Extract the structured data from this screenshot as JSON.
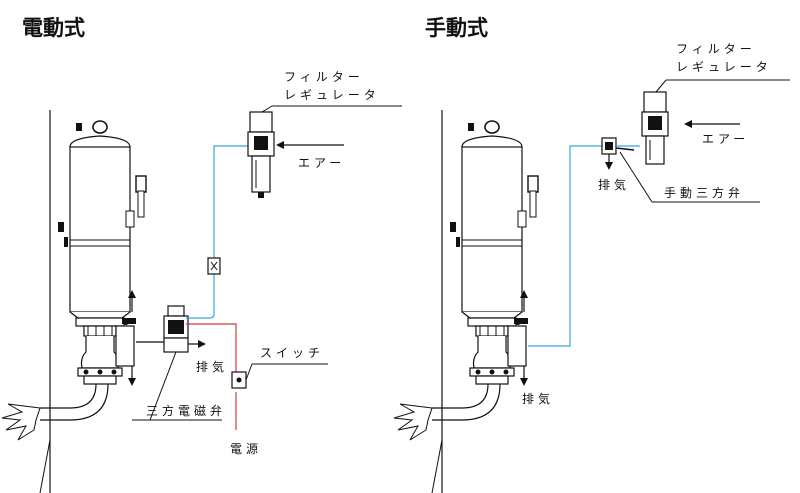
{
  "left_panel": {
    "title": "電動式",
    "filter_label_line1": "フィルター",
    "filter_label_line2": "レギュレータ",
    "air_label": "エアー",
    "exhaust_label": "排気",
    "switch_label": "スイッチ",
    "solenoid_label": "三方電磁弁",
    "power_label": "電源"
  },
  "right_panel": {
    "title": "手動式",
    "filter_label_line1": "フィルター",
    "filter_label_line2": "レギュレータ",
    "air_label": "エアー",
    "exhaust_label_valve": "排気",
    "manual_valve_label": "手動三方弁",
    "exhaust_label_bottom": "排気"
  },
  "colors": {
    "line": "#111111",
    "air_pipe": "#3aa6d8",
    "power_wire": "#d23a3a",
    "device_fill": "#ffffff"
  }
}
